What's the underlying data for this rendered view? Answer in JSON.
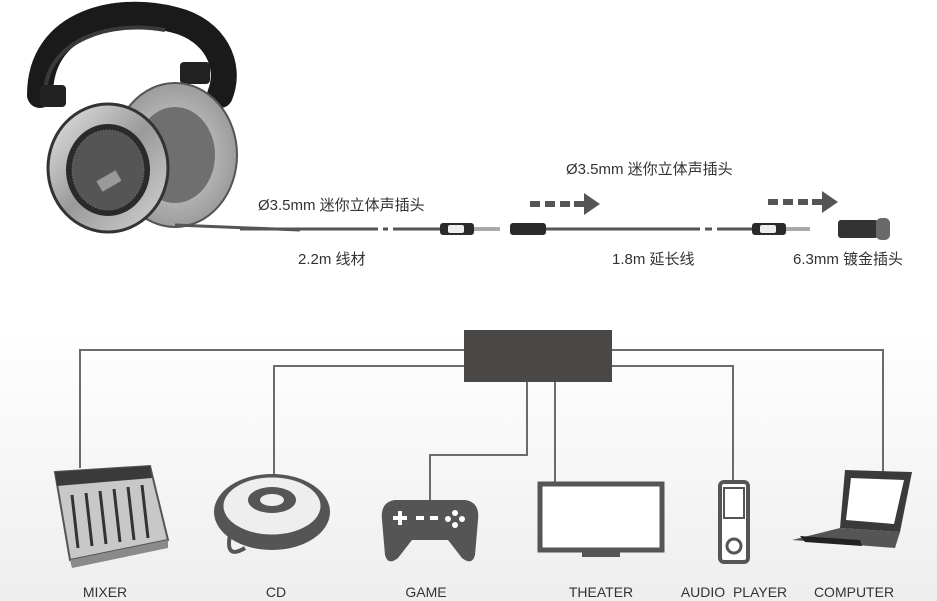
{
  "cable": {
    "plug_left": "Ø3.5mm 迷你立体声插头",
    "length_left": "2.2m 线材",
    "plug_right": "Ø3.5mm 迷你立体声插头",
    "length_ext": "1.8m 延长线",
    "adapter": "6.3mm 镀金插头"
  },
  "devices": [
    {
      "label": "MIXER",
      "icon": "mixer-icon"
    },
    {
      "label": "CD",
      "icon": "cd-player-icon"
    },
    {
      "label": "GAME",
      "icon": "gamepad-icon"
    },
    {
      "label": "THEATER",
      "icon": "tv-icon"
    },
    {
      "label": "AUDIO  PLAYER",
      "icon": "audio-player-icon"
    },
    {
      "label": "COMPUTER",
      "icon": "laptop-icon"
    }
  ],
  "colors": {
    "hub": "#4a4846",
    "line": "#6b6b6b",
    "arrow": "#555555"
  }
}
